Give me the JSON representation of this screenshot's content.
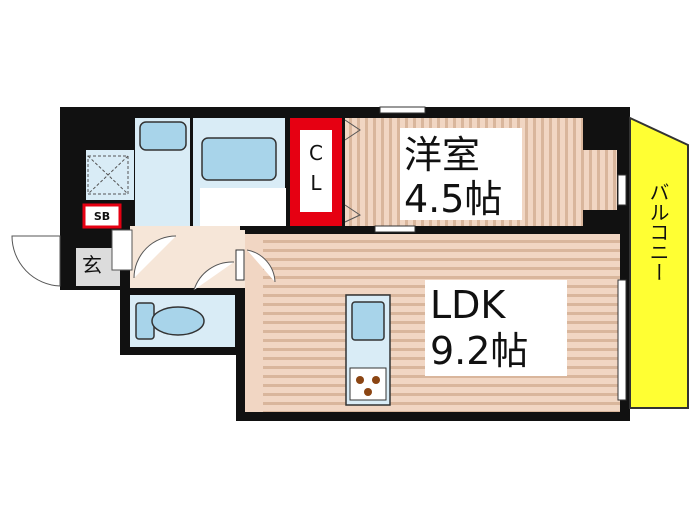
{
  "rooms": {
    "western_room": {
      "name": "洋室",
      "size": "4.5帖"
    },
    "ldk": {
      "name": "LDK",
      "size": "9.2帖"
    },
    "closet": {
      "line1": "C",
      "line2": "L"
    },
    "entrance": {
      "label": "玄"
    },
    "shoe_box": {
      "label": "SB"
    },
    "balcony": {
      "label": "バルコニー"
    }
  },
  "colors": {
    "wall": "#111111",
    "floor_wood": "#f1d6c3",
    "floor_stripe": "#d9b69c",
    "wet_area": "#d9ecf6",
    "fixture": "#a8d4ea",
    "closet": "#e60012",
    "balcony": "#ffff33",
    "hall": "#f6e6d8",
    "entrance": "#dcdcdc"
  }
}
